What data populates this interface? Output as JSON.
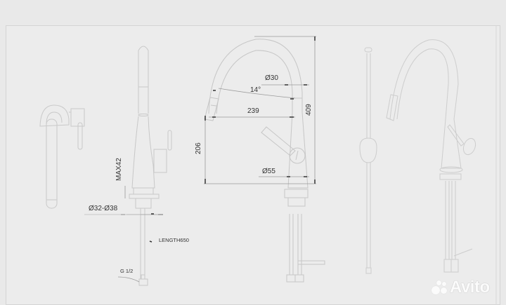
{
  "drawing": {
    "title": "Kitchen faucet technical drawing",
    "frame_color": "#d2d2d2",
    "line_color": "#c8c8c8",
    "dimension_color": "#8a8a8a",
    "background_color": "#e9e9e9"
  },
  "views": {
    "side_view": {
      "labels": {
        "max_height": "MAX42",
        "hole_diameter": "Ø32-Ø38",
        "hose_length": "LENGTH650",
        "thread": "G 1/2"
      }
    },
    "front_view": {
      "labels": {
        "spout_diameter": "Ø30",
        "angle": "14°",
        "reach": "239",
        "spout_height": "206",
        "total_height": "409",
        "base_diameter": "Ø55"
      }
    },
    "pull_out_hose_view": {},
    "perspective_view": {}
  },
  "watermark": {
    "text": "Avito",
    "color": "#fbfbfb"
  }
}
